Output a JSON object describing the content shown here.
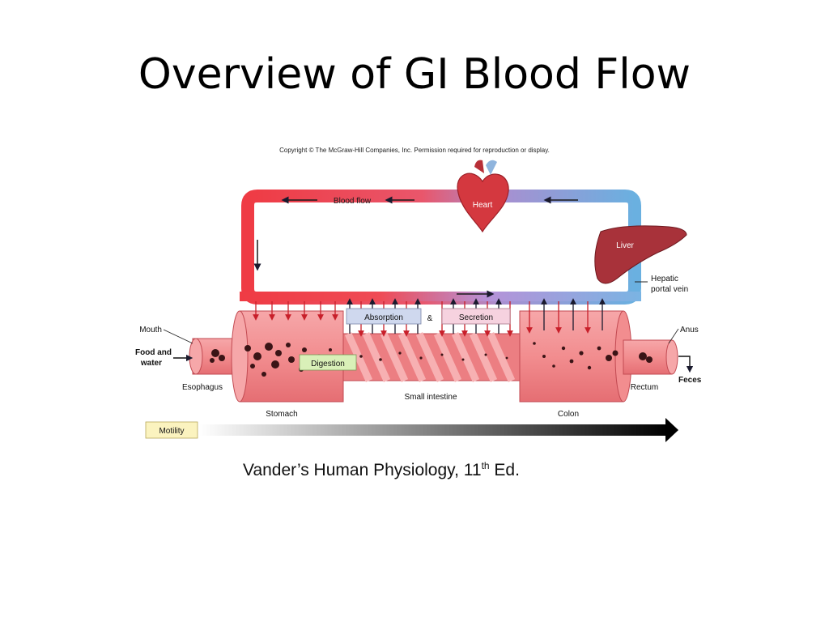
{
  "slide": {
    "title": "Overview of GI Blood Flow",
    "citation_pre": "Vander’s Human Physiology, 11",
    "citation_sup": "th",
    "citation_post": " Ed."
  },
  "diagram": {
    "copyright": "Copyright © The McGraw-Hill Companies, Inc. Permission required for reproduction or display.",
    "blood_flow": "Blood flow",
    "heart": "Heart",
    "liver": "Liver",
    "hepatic_line1": "Hepatic",
    "hepatic_line2": "portal vein",
    "absorption": "Absorption",
    "amp": "&",
    "secretion": "Secretion",
    "mouth": "Mouth",
    "food_line1": "Food and",
    "food_line2": "water",
    "digestion": "Digestion",
    "anus": "Anus",
    "esophagus": "Esophagus",
    "stomach": "Stomach",
    "small_intestine": "Small intestine",
    "colon": "Colon",
    "rectum": "Rectum",
    "feces": "Feces",
    "motility": "Motility",
    "colors": {
      "artery": "#ef3b44",
      "vein": "#6ab0e0",
      "tissue": "#f28d8f",
      "tissue_dark": "#e46a6f",
      "heart": "#d4383f",
      "liver": "#a8323a",
      "label_box_blue": "#cfd8ee",
      "label_box_pink": "#f6d2df",
      "label_box_green": "#d9f0b8",
      "label_box_yellow": "#fbf3bf"
    }
  }
}
